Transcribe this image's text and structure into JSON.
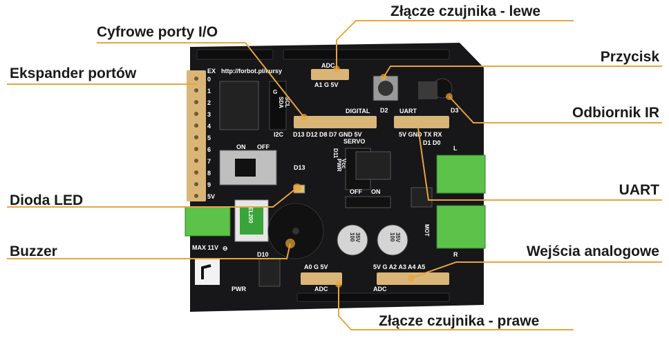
{
  "labels": {
    "ekspander": "Ekspander portów",
    "cyfrowe": "Cyfrowe porty I/O",
    "czujnik_lewe": "Złącze czujnika - lewe",
    "przycisk": "Przycisk",
    "odbiornik": "Odbiornik IR",
    "uart": "UART",
    "dioda": "Dioda LED",
    "buzzer": "Buzzer",
    "analogowe": "Wejścia analogowe",
    "czujnik_prawe": "Złącze czujnika - prawe"
  },
  "silk": {
    "ex": "EX",
    "url": "http://forbot.pl/kursy",
    "adc": "ADC",
    "a1g5v": "A1  G  5V",
    "digital": "DIGITAL",
    "uart": "UART",
    "d13": "D13 D12 D8  D7 GND 5V",
    "uart_pins": "5V GND TX  RX",
    "d1d0": "D1 D0",
    "d2": "D2",
    "d3": "D3",
    "i2c": "I2C",
    "sda": "SDA",
    "scl": "SCL",
    "g": "G",
    "on": "ON",
    "off": "OFF",
    "servo": "SERVO",
    "pwr": "PWR",
    "vcc": "Vcc",
    "d11": "D11",
    "d13label": "D13",
    "off2": "OFF",
    "on2": "ON",
    "max11v": "MAX 11V",
    "minus": "⊖",
    "d10": "D10",
    "el200": "EL200",
    "cap_text_1": "100",
    "cap_text_2": "35V",
    "a0g5v": "A0  G  5V",
    "adc_bottom_left": "ADC",
    "adc_bottom_right": "ADC",
    "analog_pins": "5V  G  A2  A3  A4  A5",
    "pwr_bottom": "PWR",
    "mot": "MOT",
    "l": "L",
    "r": "R",
    "ex_numbers": [
      "0",
      "1",
      "2",
      "3",
      "4",
      "5",
      "6",
      "7",
      "8",
      "9",
      "5V"
    ]
  },
  "colors": {
    "board": "#17171a",
    "header": "#d9b577",
    "connector": "#5cc24a",
    "line": "#e8a53a",
    "text": "#1a1a1a"
  }
}
